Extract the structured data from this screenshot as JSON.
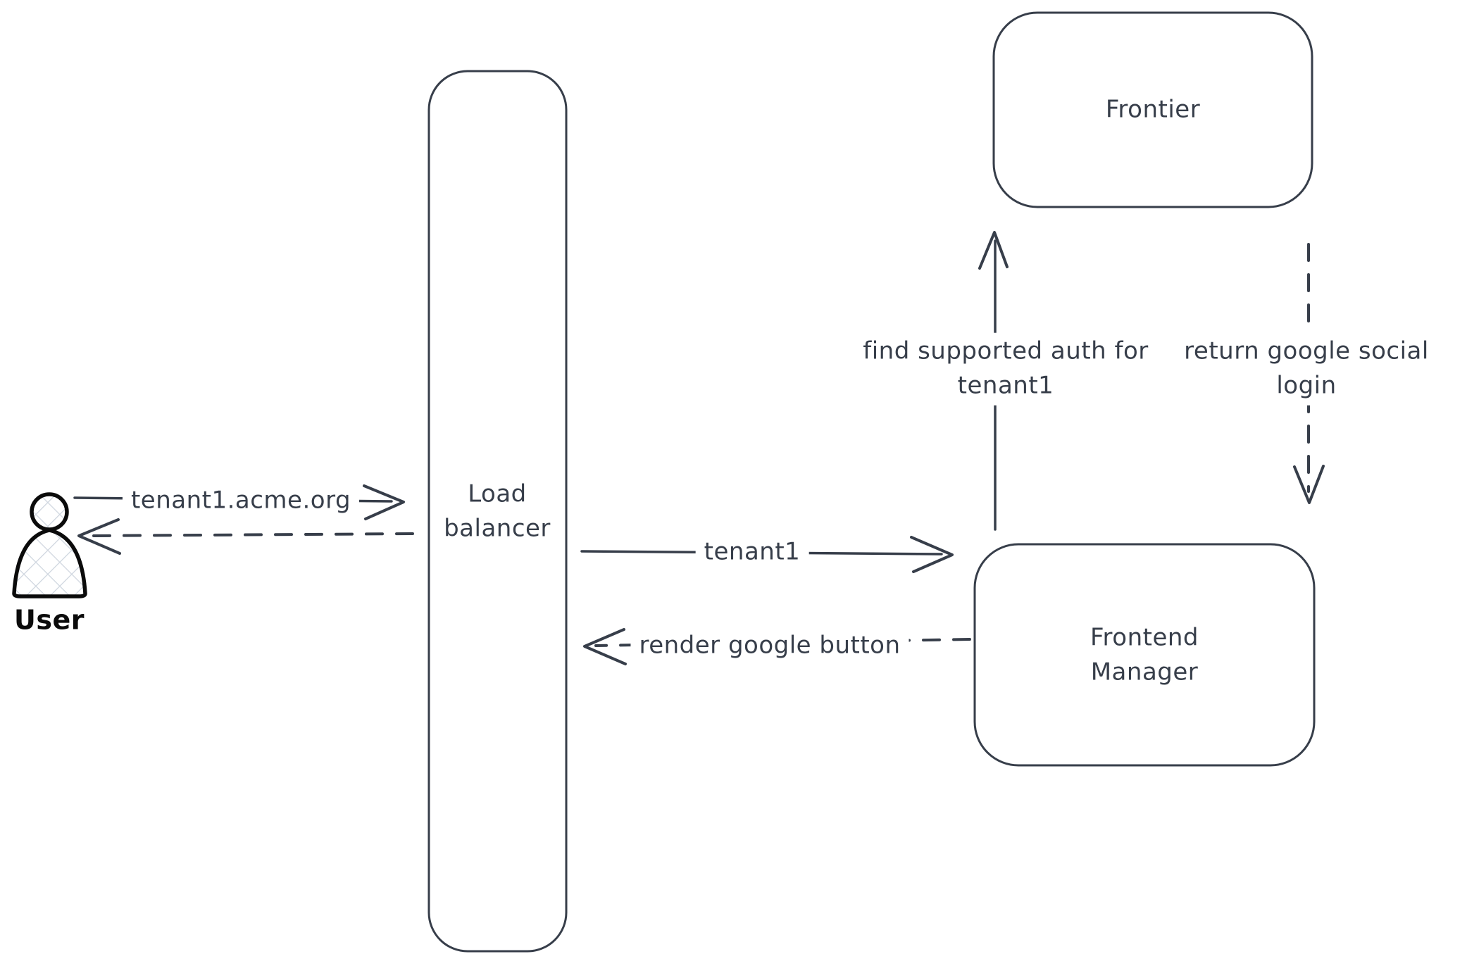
{
  "diagram": {
    "type": "architecture-sequence-diagram",
    "style": "hand-drawn"
  },
  "colors": {
    "stroke": "#373e4a",
    "user_stroke": "#0b0b0b",
    "hatch_fill": "#cfd6df",
    "background": "#ffffff"
  },
  "icons": {
    "user": "person-icon"
  },
  "nodes": {
    "user": {
      "label": "User"
    },
    "load_balancer": {
      "label": "Load balancer"
    },
    "frontier": {
      "label": "Frontier"
    },
    "frontend_manager": {
      "label": "Frontend Manager"
    }
  },
  "edges": {
    "user_to_load_balancer": {
      "label": "tenant1.acme.org",
      "style": "solid",
      "direction": "right"
    },
    "load_balancer_to_user": {
      "label": "",
      "style": "dashed",
      "direction": "left"
    },
    "load_balancer_to_frontend_manager": {
      "label": "tenant1",
      "style": "solid",
      "direction": "right"
    },
    "frontend_manager_to_load_balancer": {
      "label": "render google button",
      "style": "dashed",
      "direction": "left"
    },
    "frontend_manager_to_frontier": {
      "label": "find supported auth for tenant1",
      "style": "solid",
      "direction": "up"
    },
    "frontier_to_frontend_manager": {
      "label": "return google social login",
      "style": "dashed",
      "direction": "down"
    }
  }
}
